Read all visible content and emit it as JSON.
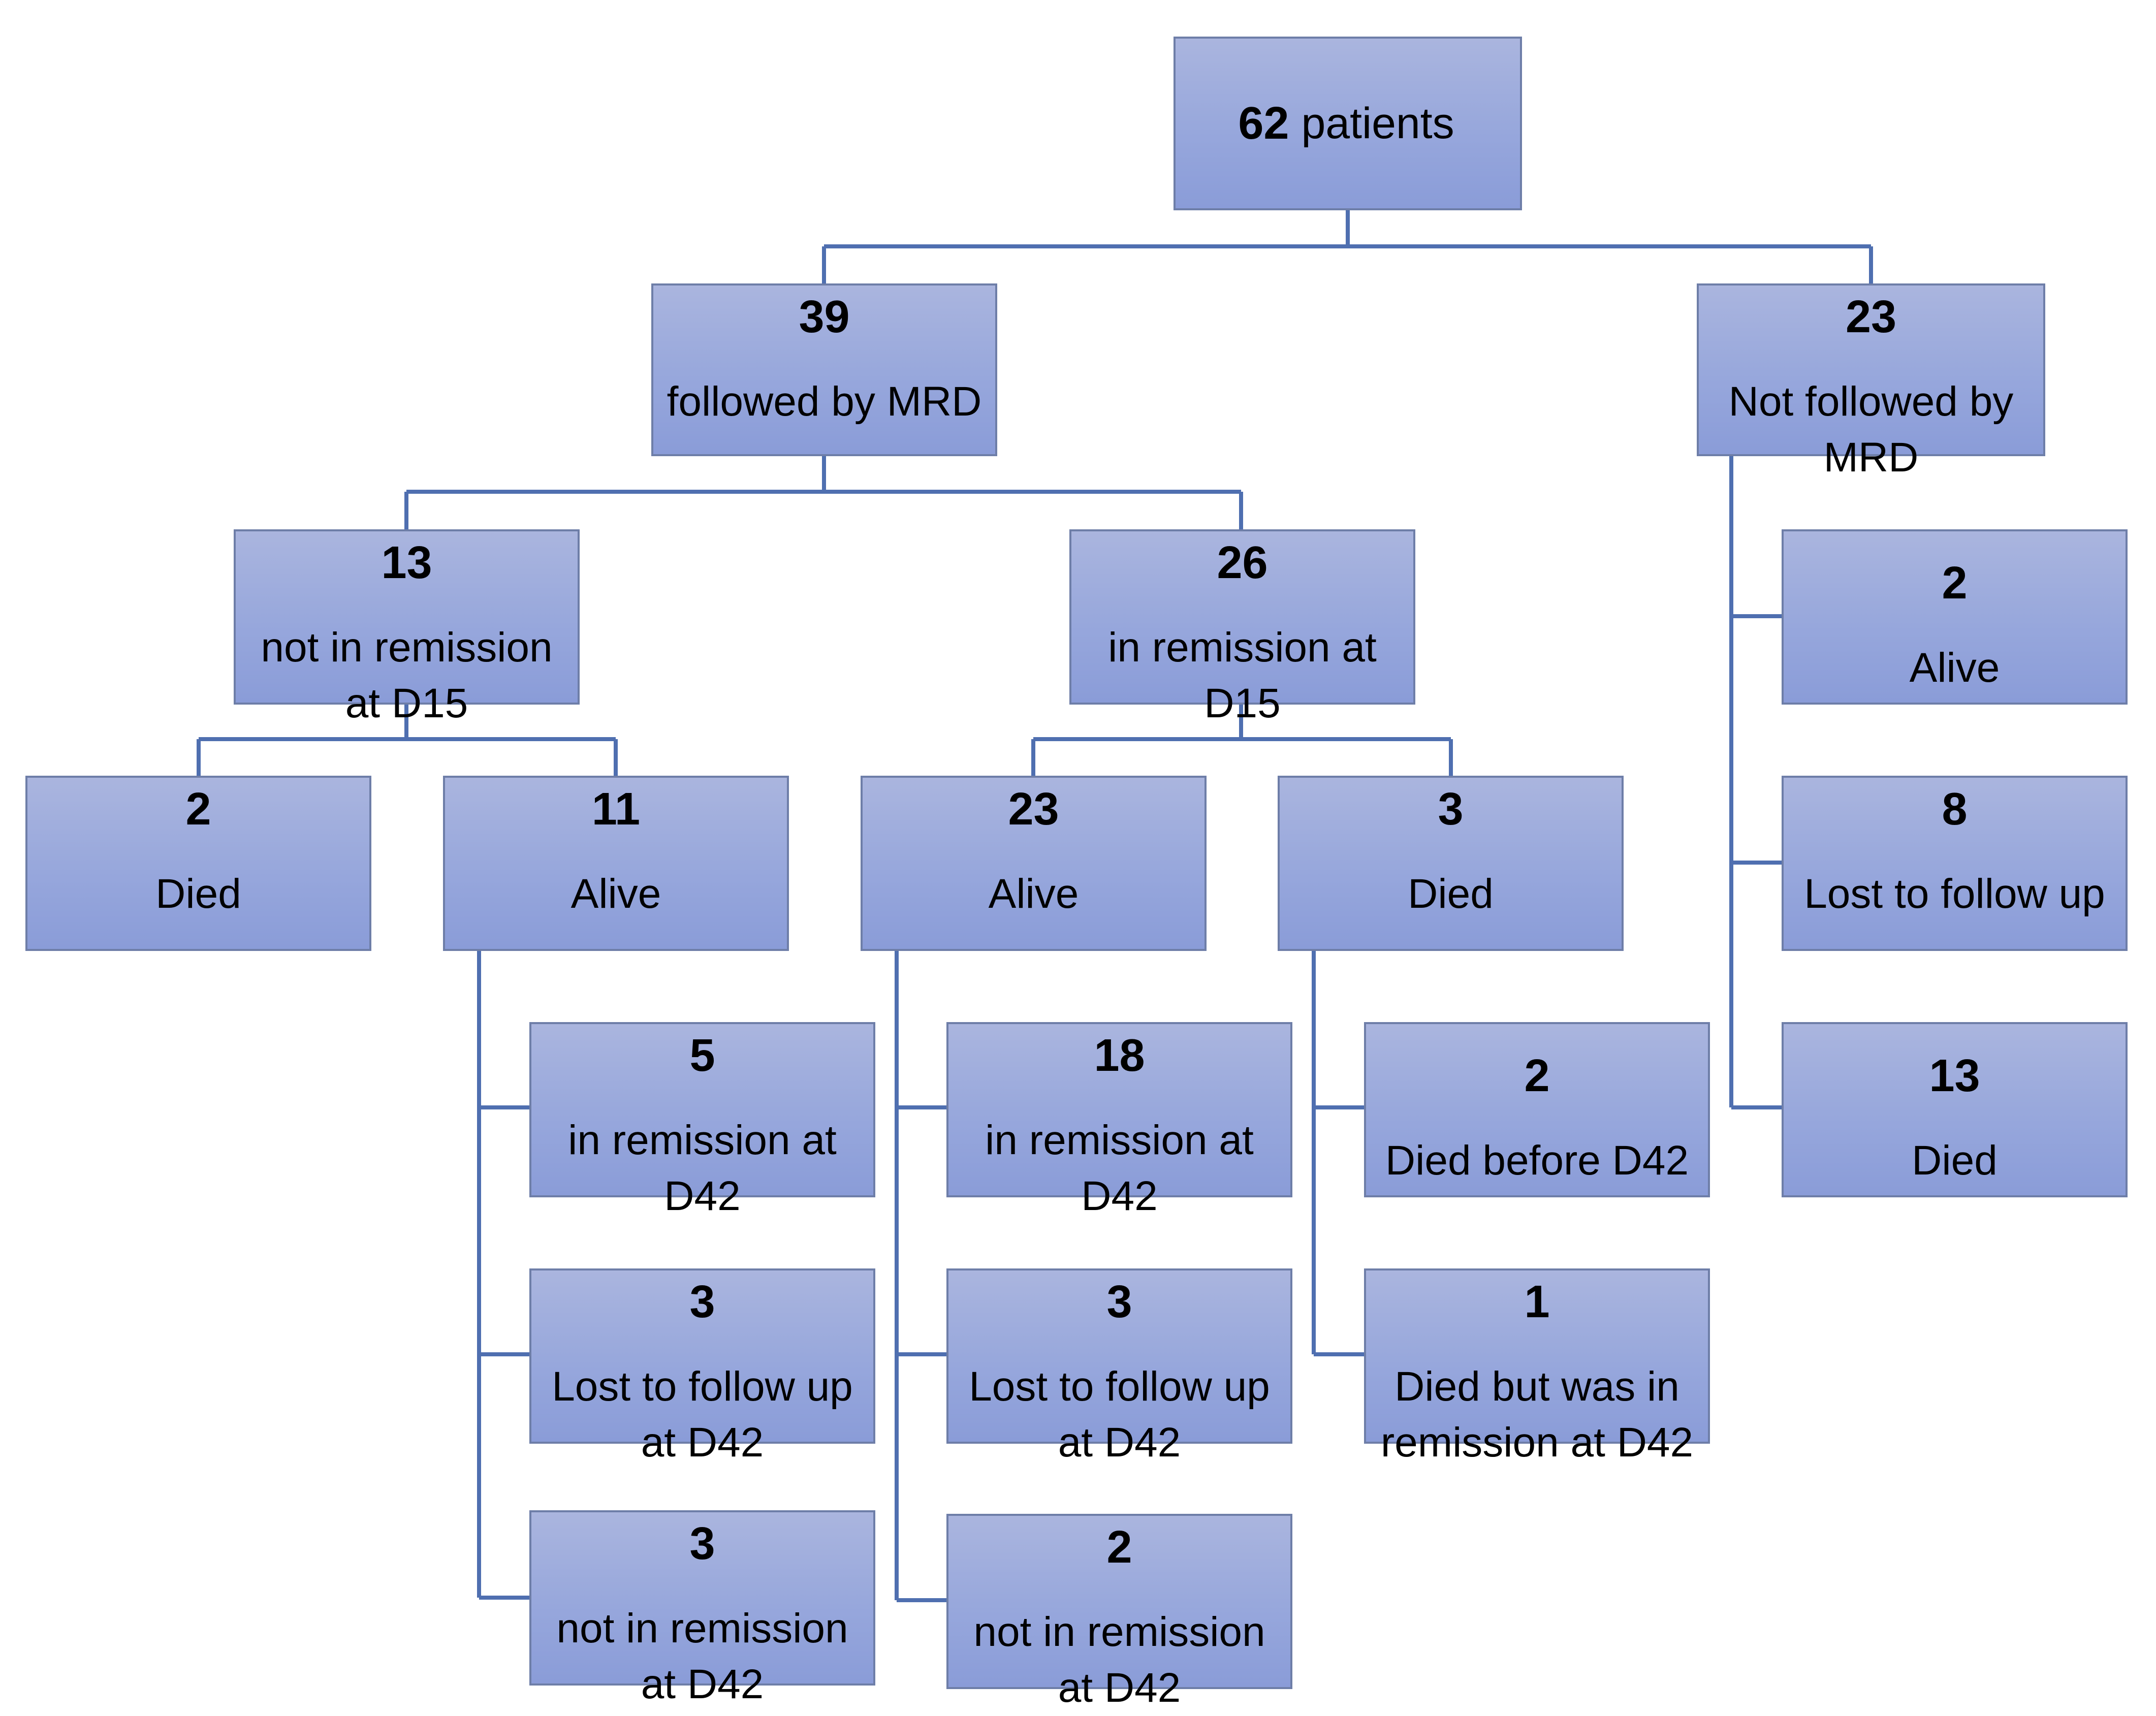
{
  "colors": {
    "connector": "#4f6fb0",
    "box_border": "#6e7ea8",
    "box_fill_top": "#aab5de",
    "box_fill_bottom": "#8a9cd8"
  },
  "nodes": {
    "root": {
      "count": "62",
      "label": "patients"
    },
    "mrd": {
      "count": "39",
      "label": "followed by MRD"
    },
    "no_mrd": {
      "count": "23",
      "label": "Not followed by MRD"
    },
    "not_remission_d15": {
      "count": "13",
      "label": "not in remission at D15"
    },
    "remission_d15": {
      "count": "26",
      "label": "in remission at D15"
    },
    "nr_died": {
      "count": "2",
      "label": "Died"
    },
    "nr_alive": {
      "count": "11",
      "label": "Alive"
    },
    "r_alive": {
      "count": "23",
      "label": "Alive"
    },
    "r_died": {
      "count": "3",
      "label": "Died"
    },
    "nr_alive_remission_d42": {
      "count": "5",
      "label": "in remission at D42"
    },
    "nr_alive_lost_d42": {
      "count": "3",
      "label": "Lost to follow up at D42"
    },
    "nr_alive_not_remission_d42": {
      "count": "3",
      "label": "not in remission at D42"
    },
    "r_alive_remission_d42": {
      "count": "18",
      "label": "in remission at D42"
    },
    "r_alive_lost_d42": {
      "count": "3",
      "label": "Lost to follow up at D42"
    },
    "r_alive_not_remission_d42": {
      "count": "2",
      "label": "not in remission at D42"
    },
    "r_died_before_d42": {
      "count": "2",
      "label": "Died before D42"
    },
    "r_died_remission_d42": {
      "count": "1",
      "label": "Died but was in remission at D42"
    },
    "nomrd_alive": {
      "count": "2",
      "label": "Alive"
    },
    "nomrd_lost": {
      "count": "8",
      "label": "Lost to follow up"
    },
    "nomrd_died": {
      "count": "13",
      "label": "Died"
    }
  }
}
